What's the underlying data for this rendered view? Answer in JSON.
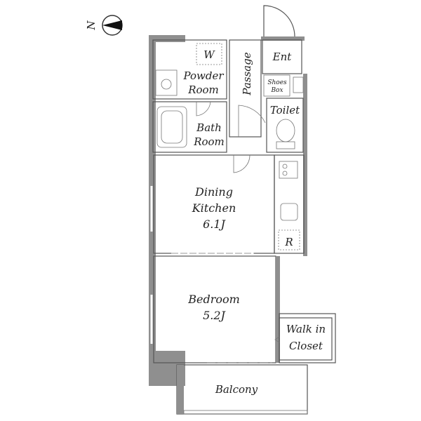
{
  "compass": {
    "letter": "N"
  },
  "rooms": {
    "entrance": "Ent",
    "passage": "Passage",
    "shoes_box_line1": "Shoes",
    "shoes_box_line2": "Box",
    "powder_room_line1": "Powder",
    "powder_room_line2": "Room",
    "washer": "W",
    "bath_room_line1": "Bath",
    "bath_room_line2": "Room",
    "toilet": "Toilet",
    "dining_kitchen_line1": "Dining",
    "dining_kitchen_line2": "Kitchen",
    "dining_kitchen_size": "6.1J",
    "refrigerator": "R",
    "bedroom": "Bedroom",
    "bedroom_size": "5.2J",
    "walk_in_closet_line1": "Walk in",
    "walk_in_closet_line2": "Closet",
    "balcony": "Balcony"
  },
  "colors": {
    "wall": "#8f8f8f",
    "wet_area": "#cfeaf2",
    "passage": "#f3e6c8",
    "entrance": "#e2e2e2",
    "dining_kitchen": "#fbe0e6",
    "bedroom": "#efe6c9",
    "closet": "#fbf7c6",
    "balcony": "#ededed"
  }
}
